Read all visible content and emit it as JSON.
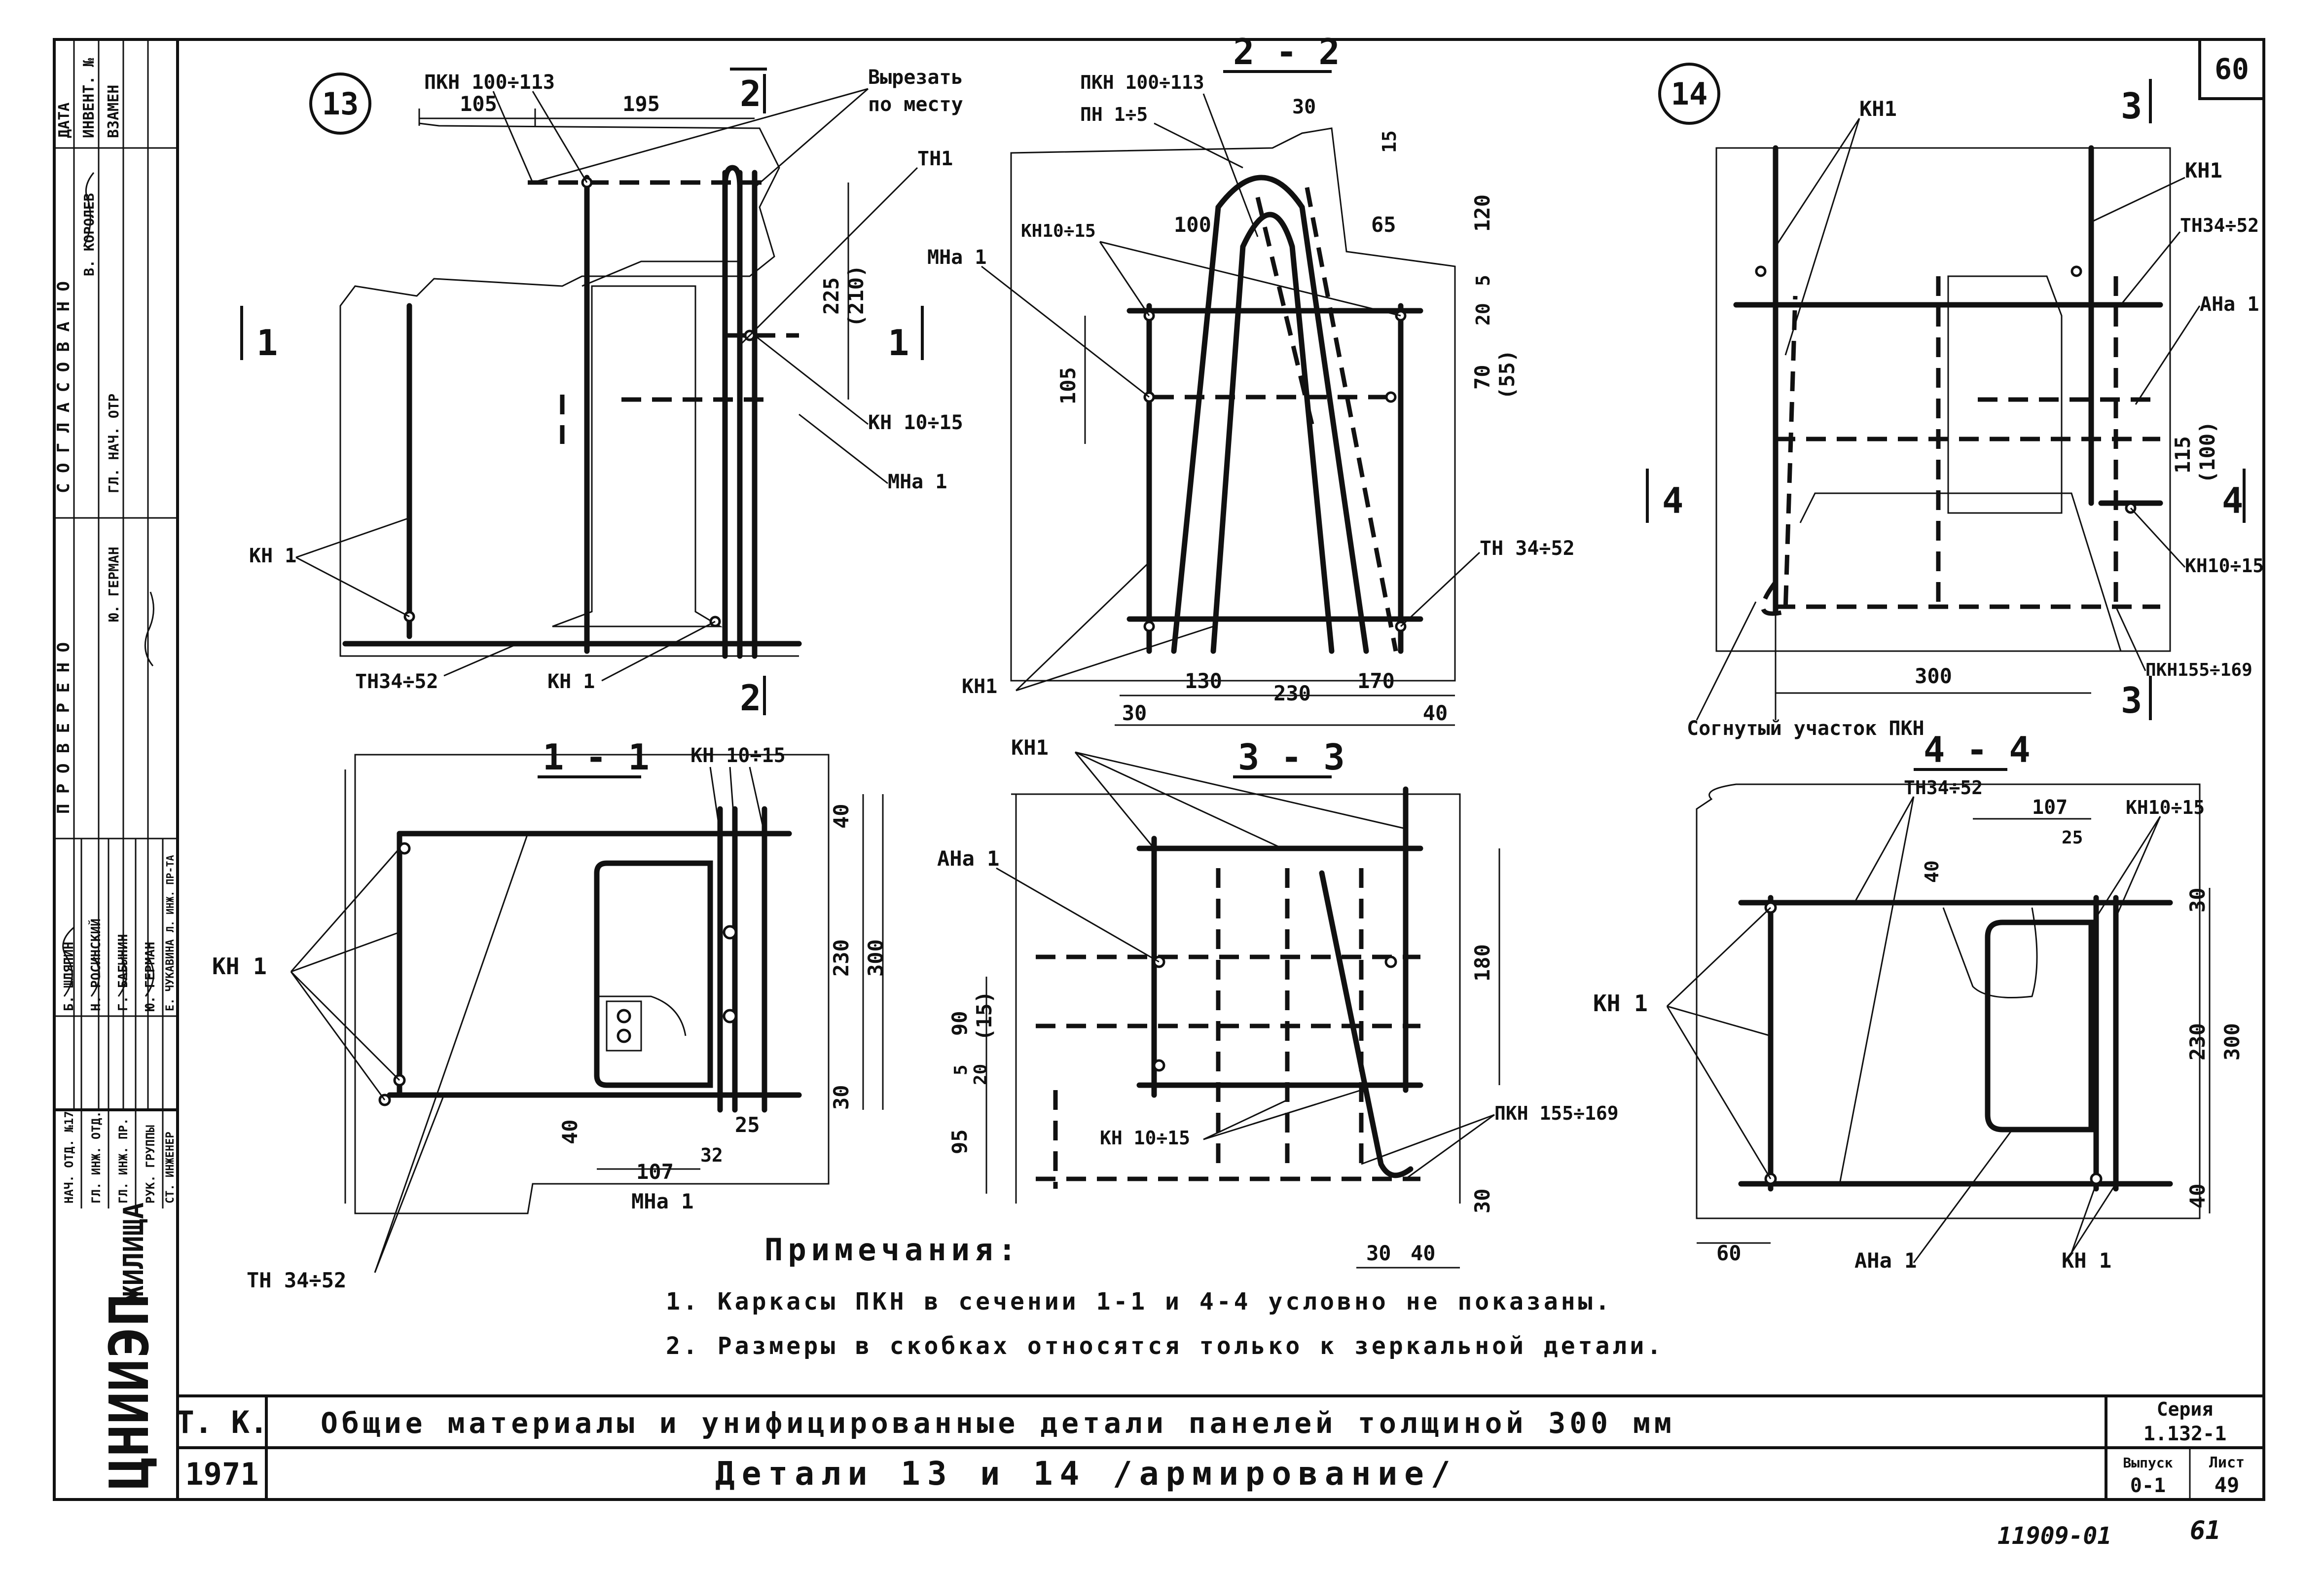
{
  "sheet_number": "60",
  "stamp_cells": [
    "ДАТА",
    "ИНВЕНТ. №",
    "ВЗАМЕН"
  ],
  "approval": {
    "agreed_label": "С О Г Л А С О В А Н О",
    "chief_label": "ГЛ. НАЧ. ОТР",
    "signer": "В. КОРОЛЕВ",
    "checked_label": "П Р О В Е Р Е Н О",
    "checked_signer": "Ю. ГЕРМАН"
  },
  "staff": [
    {
      "role": "НАЧ. ОТД. №17",
      "name": "Б. ШЛЯПИН"
    },
    {
      "role": "ГЛ. ИНЖ. ОТД.",
      "name": "Н. РОСИНСКИЙ"
    },
    {
      "role": "ГЛ. ИНЖ. ПР.",
      "name": "Г. БАБЫНИН"
    },
    {
      "role": "РУК. ГРУППЫ",
      "name": "Ю. ГЕРМАН"
    },
    {
      "role": "СТ. ИНЖЕНЕР",
      "name": "Е. ЧУКАВИНА"
    },
    {
      "role": "",
      "name": "Л. ИНЖ. ПР-ТА"
    }
  ],
  "org_logo_text": "ЦНИИЭП",
  "org_sub": "ЖИЛИЩА",
  "detail13": {
    "number": "13",
    "section_2": "2",
    "section_1": "1",
    "labels": {
      "pkn": "ПКН 100÷113",
      "cut": "Вырезать",
      "cut2": "по месту",
      "tn1": "ТН1",
      "mna1_a": "МНа 1",
      "kn": "КН 10÷15",
      "mna1_b": "МНа 1",
      "kn1_left": "КН 1",
      "tn_bottom": "ТН34÷52",
      "kn1_bottom": "КН 1"
    },
    "dims": {
      "d105": "105",
      "d195": "195",
      "d225": "225",
      "d210": "(210)"
    }
  },
  "section22": {
    "title": "2 - 2",
    "labels": {
      "pkn": "ПКН 100÷113",
      "pn": "ПН 1÷5",
      "kn": "КН10÷15",
      "mna": "МНа 1",
      "tn": "ТН 34÷52",
      "kn1": "КН1"
    },
    "dims": {
      "d30": "30",
      "d15": "15",
      "d100": "100",
      "d65": "65",
      "d120": "120",
      "d5": "5",
      "d20": "20",
      "d70": "70",
      "d55": "(55)",
      "d105": "105",
      "d130": "130",
      "d230": "230",
      "d170": "170",
      "b30": "30",
      "b40": "40"
    }
  },
  "detail14": {
    "number": "14",
    "section_3": "3",
    "section_4": "4",
    "labels": {
      "kn1_a": "КН1",
      "kn1_b": "КН1",
      "tn": "ТН34÷52",
      "ana": "АНа 1",
      "kn": "КН10÷15",
      "pkn": "ПКН155÷169",
      "bent": "Согнутый участок ПКН"
    },
    "dims": {
      "d115": "115",
      "d100": "(100)",
      "d300": "300"
    }
  },
  "section11": {
    "title": "1 - 1",
    "labels": {
      "kn": "КН 10÷15",
      "kn1": "КН 1",
      "mna": "МНа 1",
      "tn": "ТН 34÷52"
    },
    "dims": {
      "d40": "40",
      "d230": "230",
      "d300": "300",
      "d30": "30",
      "d25": "25",
      "d32": "32",
      "d107": "107",
      "dl40": "40"
    }
  },
  "section33": {
    "title": "3 - 3",
    "labels": {
      "kn1": "КН1",
      "ana": "АНа 1",
      "kn": "КН 10÷15",
      "pkn": "ПКН 155÷169"
    },
    "dims": {
      "d180": "180",
      "d90": "90",
      "d15": "(15)",
      "d5": "5",
      "d20": "20",
      "d95": "95",
      "d30": "30",
      "b30": "30",
      "b40": "40"
    }
  },
  "section44": {
    "title": "4 - 4",
    "labels": {
      "tn": "ТН34÷52",
      "kn": "КН10÷15",
      "kn1": "КН 1",
      "ana": "АНа 1",
      "kn1b": "КН 1"
    },
    "dims": {
      "d107": "107",
      "d25": "25",
      "d40": "40",
      "d30": "30",
      "d230": "230",
      "d300": "300",
      "b40": "40",
      "d60": "60"
    }
  },
  "notes": {
    "title": "Примечания:",
    "items": [
      "1. Каркасы ПКН в сечении 1-1 и 4-4 условно не показаны.",
      "2. Размеры в скобках относятся только к зеркальной детали."
    ]
  },
  "title_block": {
    "tk": "Т. К.",
    "year": "1971",
    "title1": "Общие материалы и унифицированные детали панелей толщиной 300 мм",
    "title2": "Детали 13 и 14 /армирование/",
    "series_label": "Серия",
    "series": "1.132-1",
    "issue_label": "Выпуск",
    "issue": "0-1",
    "sheet_label": "Лист",
    "sheet": "49"
  },
  "footer": {
    "inv": "11909-01",
    "page": "61"
  }
}
